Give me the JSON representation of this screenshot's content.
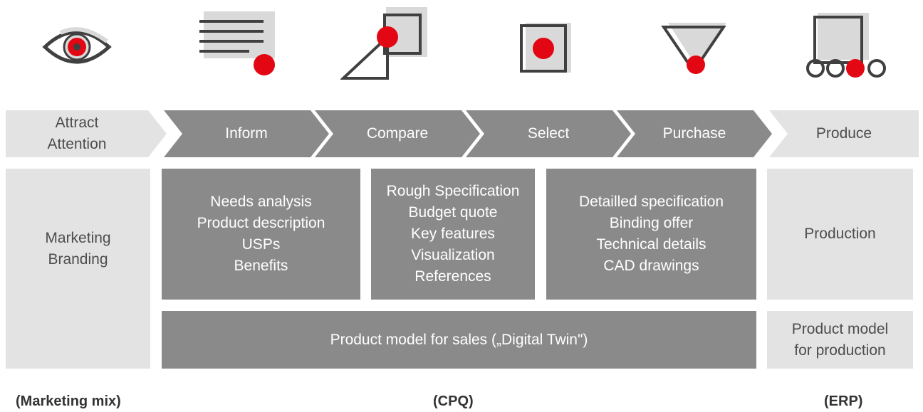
{
  "colors": {
    "accent": "#e30613",
    "dark_gray": "#8a8a8a",
    "light_gray": "#e3e3e3",
    "icon_stroke": "#404040",
    "icon_fill": "#d9d9d9"
  },
  "icons": [
    "eye-icon",
    "document-icon",
    "compare-icon",
    "select-icon",
    "funnel-icon",
    "conveyor-icon"
  ],
  "stages": [
    {
      "line1": "Attract",
      "line2": "Attention"
    },
    {
      "line1": "Inform",
      "line2": ""
    },
    {
      "line1": "Compare",
      "line2": ""
    },
    {
      "line1": "Select",
      "line2": ""
    },
    {
      "line1": "Purchase",
      "line2": ""
    },
    {
      "line1": "Produce",
      "line2": ""
    }
  ],
  "boxes": {
    "marketing": [
      "Marketing",
      "Branding"
    ],
    "inform": [
      "Needs analysis",
      "Product description",
      "USPs",
      "Benefits"
    ],
    "compare": [
      "Rough Specification",
      "Budget quote",
      "Key features",
      "Visualization",
      "References"
    ],
    "select": [
      "Detailled specification",
      "Binding offer",
      "Technical details",
      "CAD drawings"
    ],
    "production": [
      "Production"
    ],
    "sales_model": "Product model for sales („Digital Twin\")",
    "production_model": [
      "Product model",
      "for production"
    ]
  },
  "footer": {
    "marketing": "(Marketing mix)",
    "cpq": "(CPQ)",
    "erp": "(ERP)"
  }
}
